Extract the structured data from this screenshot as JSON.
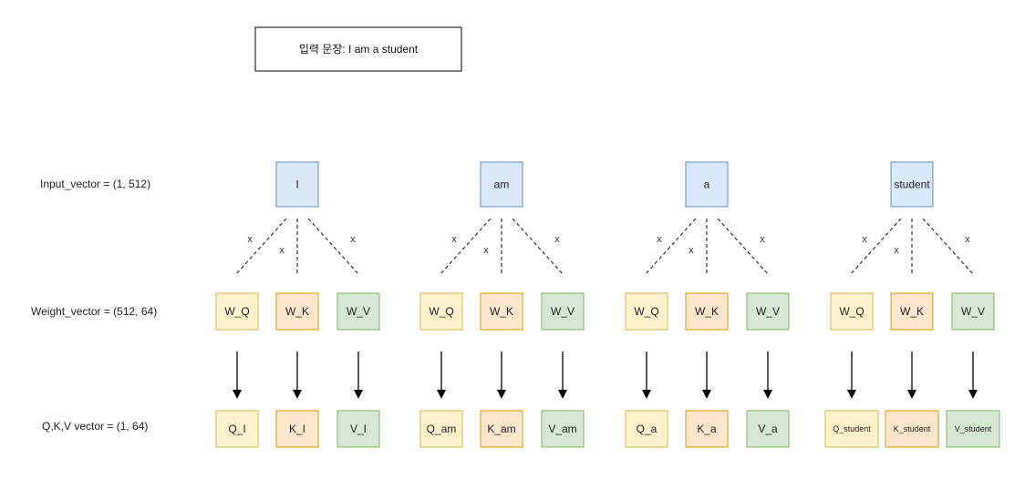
{
  "title": "입력 문장: I am a student",
  "row_labels": {
    "input": "Input_vector = (1, 512)",
    "weight": "Weight_vector = (512, 64)",
    "qkv": "Q,K,V vector = (1, 64)"
  },
  "multiply_symbol": "x",
  "tokens": [
    {
      "word": "I",
      "weights": [
        "W_Q",
        "W_K",
        "W_V"
      ],
      "outputs": [
        "Q_I",
        "K_I",
        "V_I"
      ]
    },
    {
      "word": "am",
      "weights": [
        "W_Q",
        "W_K",
        "W_V"
      ],
      "outputs": [
        "Q_am",
        "K_am",
        "V_am"
      ]
    },
    {
      "word": "a",
      "weights": [
        "W_Q",
        "W_K",
        "W_V"
      ],
      "outputs": [
        "Q_a",
        "K_a",
        "V_a"
      ]
    },
    {
      "word": "student",
      "weights": [
        "W_Q",
        "W_K",
        "W_V"
      ],
      "outputs": [
        "Q_student",
        "K_student",
        "V_student"
      ]
    }
  ],
  "colors": {
    "token_fill": "#dae8fc",
    "token_stroke": "#6c8ebf",
    "q_fill": "#fff2cc",
    "q_stroke": "#d6b656",
    "k_fill": "#ffe6cc",
    "k_stroke": "#d79b00",
    "v_fill": "#d5e8d4",
    "v_stroke": "#82b366"
  }
}
